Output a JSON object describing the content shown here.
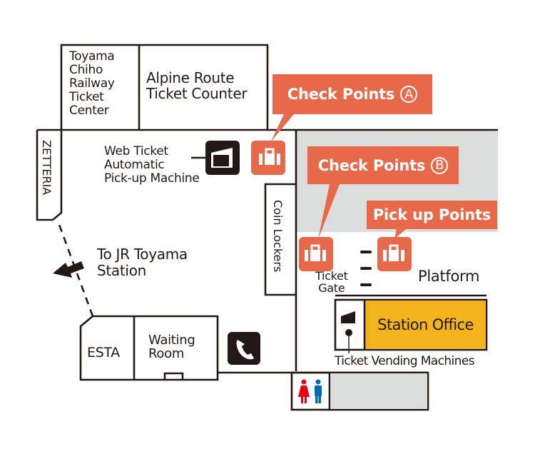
{
  "map": {
    "title": "Station floor map",
    "colors": {
      "accent": "#e8694a",
      "platform_area": "#dcdddd",
      "station_office": "#f2b31c",
      "line": "#231815",
      "women": "#e60012",
      "men": "#0068b7"
    },
    "rooms": {
      "toyama_chiho": "Toyama\nChiho\nRailway\nTicket\nCenter",
      "alpine_route": "Alpine Route\nTicket Counter",
      "zetteria": "ZETTERIA",
      "coin_lockers": "Coin Lockers",
      "esta": "ESTA",
      "waiting_room": "Waiting\nRoom",
      "station_office": "Station Office"
    },
    "callouts": {
      "check_a": {
        "text": "Check Points",
        "mark": "A"
      },
      "check_b": {
        "text": "Check Points",
        "mark": "B"
      },
      "pickup": {
        "text": "Pick up Points"
      }
    },
    "labels": {
      "web_ticket": "Web Ticket\nAutomatic\nPick-up Machine",
      "to_jr": "To JR Toyama\nStation",
      "ticket_gate": "Ticket\nGate",
      "platform": "Platform",
      "vending": "Ticket Vending Machines"
    },
    "icons": {
      "baggage": "suitcase-icon",
      "ticket_machine": "ticket-machine-icon",
      "phone": "phone-icon",
      "restroom": "restroom-icon",
      "arrow": "arrow-left-icon"
    }
  }
}
